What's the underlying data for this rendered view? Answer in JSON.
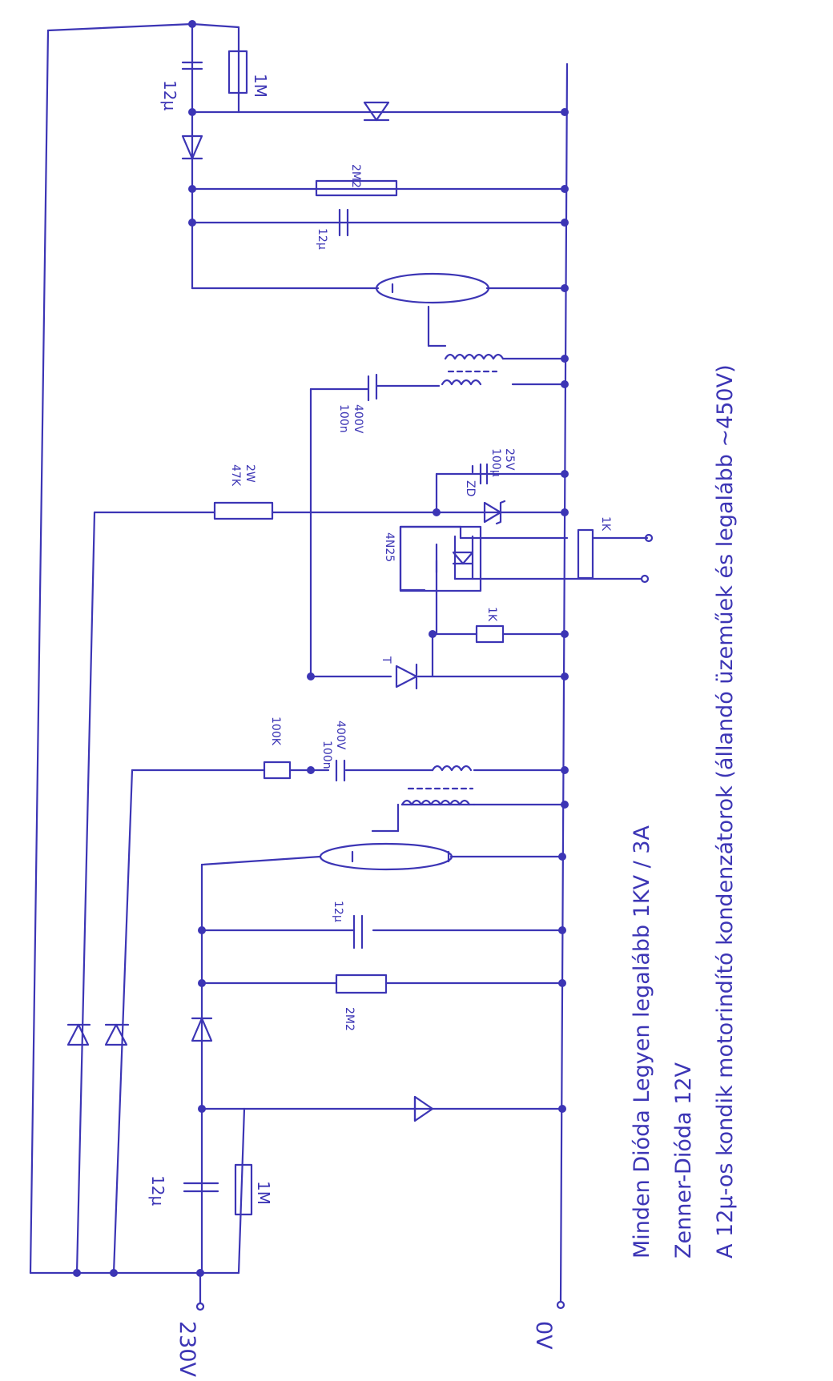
{
  "labels": {
    "top_cap": "12µ",
    "top_res": "1M",
    "res_2m2_top": "2M2",
    "cap_12u_mid_top": "12µ",
    "cap_100n_top": "100n",
    "cap_100n_top_v": "400V",
    "res_47k": "47K",
    "res_47k_w": "2W",
    "zd": "ZD",
    "cap_100u": "100µ",
    "cap_100u_v": "25V",
    "opto": "4N25",
    "res_1k_right": "1K",
    "res_1k_mid": "1K",
    "triac": "T",
    "res_100k": "100K",
    "cap_100n_bottom": "100n",
    "cap_100n_bottom_v": "400V",
    "cap_12u_bottom_mid": "12µ",
    "res_2m2_bottom": "2M2",
    "cap_12u_bottom": "12µ",
    "res_1m_bottom": "1M",
    "input_230v": "230V",
    "input_0v": "0V"
  },
  "notes": {
    "line1": "Minden Dióda Legyen legalább 1KV / 3A",
    "line2": "Zenner-Dióda 12V",
    "line3": "A 12µ-os kondik motorindító kondenzátorok (állandó üzeműek és legalább ~450V)"
  }
}
